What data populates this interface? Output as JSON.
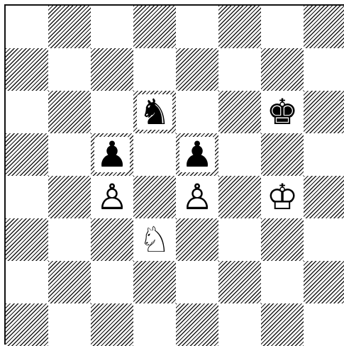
{
  "board": {
    "files": [
      "a",
      "b",
      "c",
      "d",
      "e",
      "f",
      "g",
      "h"
    ],
    "ranks": [
      8,
      7,
      6,
      5,
      4,
      3,
      2,
      1
    ],
    "light_color": "#ffffff",
    "dark_style": "diagonal-hatch",
    "pieces": [
      {
        "square": "d6",
        "color": "black",
        "type": "knight",
        "glyph": "♞",
        "icon": "black-knight-icon"
      },
      {
        "square": "g6",
        "color": "black",
        "type": "king",
        "glyph": "♚",
        "icon": "black-king-icon"
      },
      {
        "square": "c5",
        "color": "black",
        "type": "pawn",
        "glyph": "♟",
        "icon": "black-pawn-icon"
      },
      {
        "square": "e5",
        "color": "black",
        "type": "pawn",
        "glyph": "♟",
        "icon": "black-pawn-icon"
      },
      {
        "square": "c4",
        "color": "white",
        "type": "pawn",
        "glyph": "♙",
        "icon": "white-pawn-icon"
      },
      {
        "square": "e4",
        "color": "white",
        "type": "pawn",
        "glyph": "♙",
        "icon": "white-pawn-icon"
      },
      {
        "square": "g4",
        "color": "white",
        "type": "king",
        "glyph": "♔",
        "icon": "white-king-icon"
      },
      {
        "square": "d3",
        "color": "white",
        "type": "knight",
        "glyph": "♘",
        "icon": "white-knight-icon"
      }
    ]
  }
}
